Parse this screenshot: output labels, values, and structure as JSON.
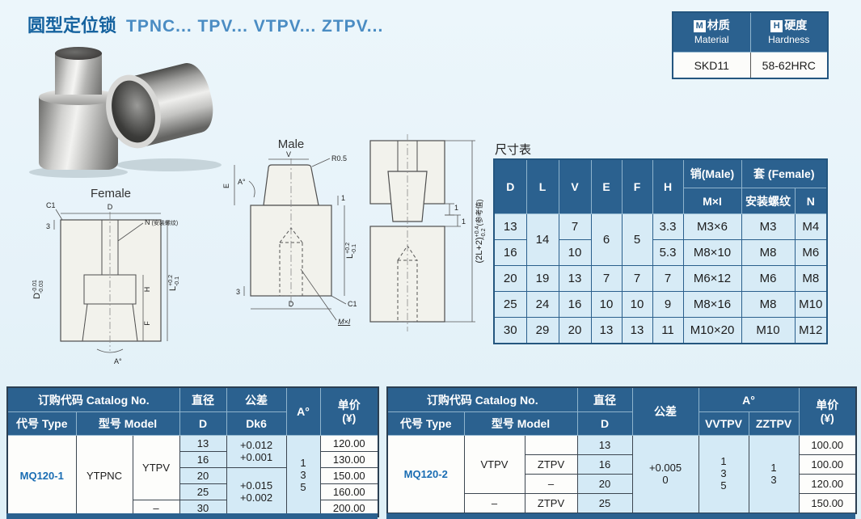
{
  "page": {
    "title_zh": "圆型定位锁",
    "title_models": "TPNC...  TPV...  VTPV...  ZTPV..."
  },
  "material_table": {
    "m_letter": "M",
    "material_zh": "材质",
    "material_en": "Material",
    "h_letter": "H",
    "hardness_zh": "硬度",
    "hardness_en": "Hardness",
    "material_value": "SKD11",
    "hardness_value": "58-62HRC"
  },
  "drawings": {
    "female": {
      "title": "Female",
      "c1": "C1",
      "d": "D",
      "n": "N",
      "n_note": "(安装螺纹)",
      "dim3": "3",
      "d_tol_base": "D",
      "d_tol_top": "-0.01",
      "d_tol_bot": "-0.03",
      "h": "H",
      "f": "F",
      "l_base": "L",
      "l_tol_top": "+0.2",
      "l_tol_bot": "-0.1",
      "a": "A°"
    },
    "male": {
      "title": "Male",
      "v": "V",
      "r": "R0.5",
      "a": "A°",
      "e": "E",
      "dim1": "1",
      "dim3": "3",
      "l_base": "L",
      "l_tol_top": "+0.2",
      "l_tol_bot": "-0.1",
      "d": "D",
      "c1": "C1",
      "mxi": "M×I"
    },
    "assembly": {
      "dim1a": "1",
      "dim1b": "1",
      "overall_base": "(2L+2)",
      "overall_tol_top": "+0.4",
      "overall_tol_bot": "-0.2",
      "overall_note": "(参考值)"
    }
  },
  "dim_table": {
    "title": "尺寸表",
    "headers": {
      "d": "D",
      "l": "L",
      "v": "V",
      "e": "E",
      "f": "F",
      "h": "H",
      "male": "销(Male)",
      "female": "套 (Female)",
      "mxi": "M×I",
      "thread": "安装螺纹",
      "n": "N"
    },
    "rows": [
      {
        "d": "13",
        "l": "14",
        "v": "7",
        "e": "6",
        "f": "5",
        "h": "3.3",
        "mxi": "M3×6",
        "thread": "M3",
        "n": "M4"
      },
      {
        "d": "16",
        "v": "10",
        "h": "5.3",
        "mxi": "M8×10",
        "thread": "M8",
        "n": "M6"
      },
      {
        "d": "20",
        "l": "19",
        "v": "13",
        "e": "7",
        "f": "7",
        "h": "7",
        "mxi": "M6×12",
        "thread": "M6",
        "n": "M8"
      },
      {
        "d": "25",
        "l": "24",
        "v": "16",
        "e": "10",
        "f": "10",
        "h": "9",
        "mxi": "M8×16",
        "thread": "M8",
        "n": "M10"
      },
      {
        "d": "30",
        "l": "29",
        "v": "20",
        "e": "13",
        "f": "13",
        "h": "11",
        "mxi": "M10×20",
        "thread": "M10",
        "n": "M12"
      }
    ]
  },
  "order1": {
    "h_catalog": "订购代码 Catalog No.",
    "h_type": "代号 Type",
    "h_model": "型号 Model",
    "h_dia": "直径",
    "h_d": "D",
    "h_tol": "公差",
    "h_tol_sub": "Dk6",
    "h_a": "A°",
    "h_price": "单价",
    "h_yen": "(¥)",
    "type_value": "MQ120-1",
    "model_a": "YTPNC",
    "model_b": "YTPV",
    "model_b2": "–",
    "d": [
      "13",
      "16",
      "20",
      "25",
      "30"
    ],
    "tol1_top": "+0.012",
    "tol1_bot": "+0.001",
    "tol2_top": "+0.015",
    "tol2_bot": "+0.002",
    "a": [
      "1",
      "3",
      "5"
    ],
    "price": [
      "120.00",
      "130.00",
      "150.00",
      "160.00",
      "200.00"
    ]
  },
  "order2": {
    "h_catalog": "订购代码 Catalog No.",
    "h_type": "代号 Type",
    "h_model": "型号 Model",
    "h_dia": "直径",
    "h_d": "D",
    "h_tol": "公差",
    "h_a": "A°",
    "h_vvtpv": "VVTPV",
    "h_zztpv": "ZZTPV",
    "h_price": "单价",
    "h_yen": "(¥)",
    "type_value": "MQ120-2",
    "model_a": "VTPV",
    "model_a2": "–",
    "model_b": [
      "",
      "ZTPV",
      "–",
      "ZTPV"
    ],
    "d": [
      "13",
      "16",
      "20",
      "25"
    ],
    "tol_top": "+0.005",
    "tol_bot": "0",
    "a_v": [
      "1",
      "3",
      "5"
    ],
    "a_z": [
      "1",
      "3"
    ],
    "price": [
      "100.00",
      "100.00",
      "120.00",
      "150.00"
    ]
  }
}
